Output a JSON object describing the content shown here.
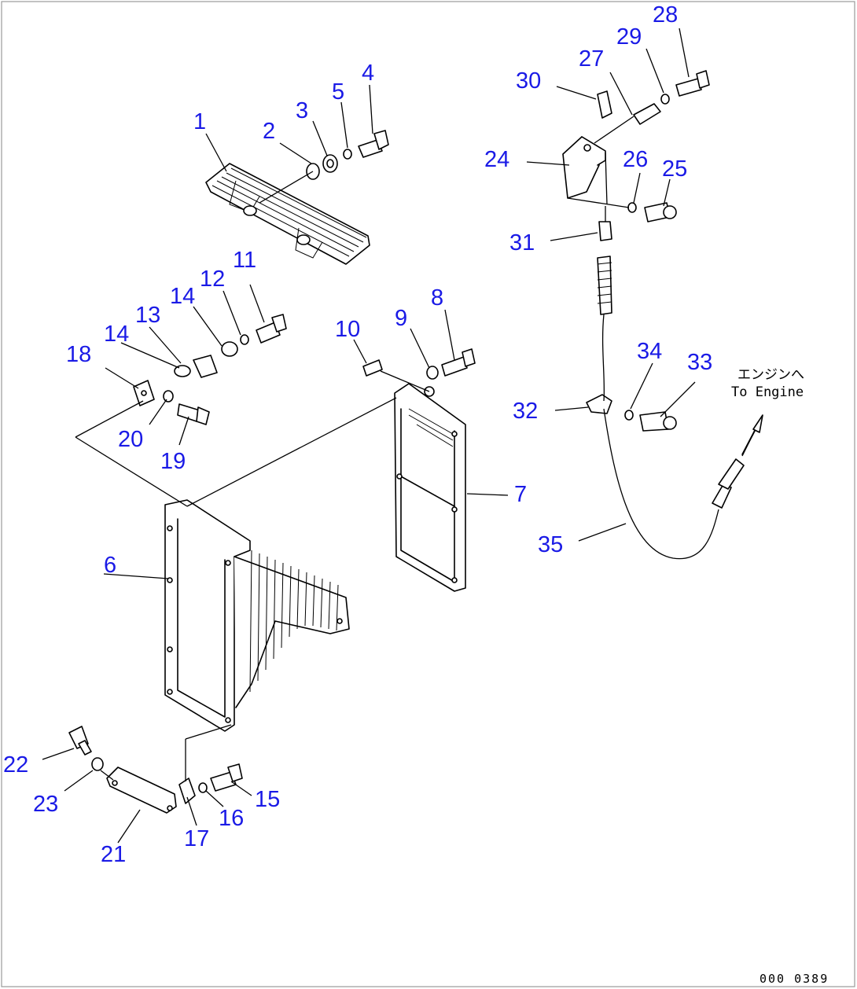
{
  "callouts": [
    {
      "id": "1",
      "label": "1"
    },
    {
      "id": "2",
      "label": "2"
    },
    {
      "id": "3",
      "label": "3"
    },
    {
      "id": "4",
      "label": "4"
    },
    {
      "id": "5",
      "label": "5"
    },
    {
      "id": "6",
      "label": "6"
    },
    {
      "id": "7",
      "label": "7"
    },
    {
      "id": "8",
      "label": "8"
    },
    {
      "id": "9",
      "label": "9"
    },
    {
      "id": "10",
      "label": "10"
    },
    {
      "id": "11",
      "label": "11"
    },
    {
      "id": "12",
      "label": "12"
    },
    {
      "id": "13",
      "label": "13"
    },
    {
      "id": "14a",
      "label": "14"
    },
    {
      "id": "14b",
      "label": "14"
    },
    {
      "id": "15",
      "label": "15"
    },
    {
      "id": "16",
      "label": "16"
    },
    {
      "id": "17",
      "label": "17"
    },
    {
      "id": "18",
      "label": "18"
    },
    {
      "id": "19",
      "label": "19"
    },
    {
      "id": "20",
      "label": "20"
    },
    {
      "id": "21",
      "label": "21"
    },
    {
      "id": "22",
      "label": "22"
    },
    {
      "id": "23",
      "label": "23"
    },
    {
      "id": "24",
      "label": "24"
    },
    {
      "id": "25",
      "label": "25"
    },
    {
      "id": "26",
      "label": "26"
    },
    {
      "id": "27",
      "label": "27"
    },
    {
      "id": "28",
      "label": "28"
    },
    {
      "id": "29",
      "label": "29"
    },
    {
      "id": "30",
      "label": "30"
    },
    {
      "id": "31",
      "label": "31"
    },
    {
      "id": "32",
      "label": "32"
    },
    {
      "id": "33",
      "label": "33"
    },
    {
      "id": "34",
      "label": "34"
    },
    {
      "id": "35",
      "label": "35"
    }
  ],
  "annotation": {
    "japanese": "エンジンへ",
    "english": "To Engine"
  },
  "document_number": "000 0389",
  "colors": {
    "callout": "#1a1ae6",
    "line": "#000000",
    "background": "#ffffff"
  }
}
